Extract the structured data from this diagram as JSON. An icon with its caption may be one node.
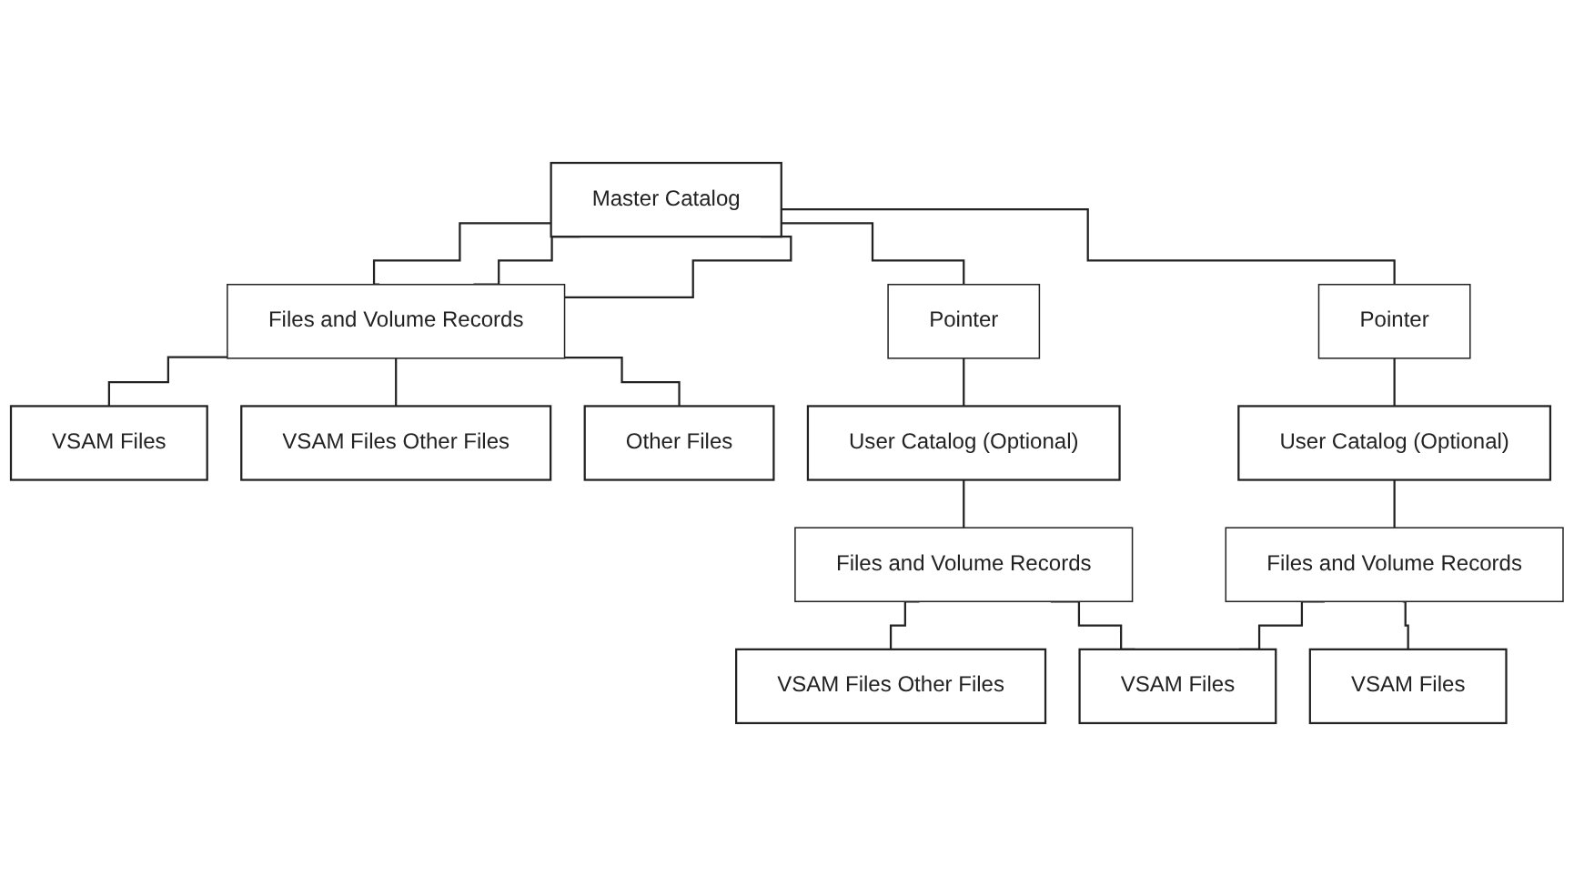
{
  "diagram": {
    "nodes": [
      {
        "text": [
          "Master Catalog"
        ]
      },
      {
        "text": [
          "Files and Volume Records"
        ]
      },
      {
        "text": [
          "VSAM Files"
        ]
      },
      {
        "text": [
          "VSAM Files Other Files"
        ]
      },
      {
        "text": [
          "Other Files"
        ]
      },
      {
        "text": [
          "Pointer"
        ]
      },
      {
        "text": [
          "User Catalog (Optional)"
        ]
      },
      {
        "text": [
          "Files and Volume Records"
        ]
      },
      {
        "text": [
          "VSAM Files Other Files"
        ]
      },
      {
        "text": [
          "VSAM Files"
        ]
      },
      {
        "text": [
          "Pointer"
        ]
      },
      {
        "text": [
          "User Catalog (Optional)"
        ]
      },
      {
        "text": [
          "Files and Volume Records"
        ]
      },
      {
        "text": [
          "VSAM Files"
        ]
      }
    ],
    "edges": [
      {
        "from": 0,
        "to": 1,
        "arrow": "none"
      },
      {
        "from": 0,
        "to": 1,
        "arrow": "none"
      },
      {
        "from": 0,
        "to": 1,
        "arrow": "none"
      },
      {
        "from": 1,
        "to": 2,
        "arrow": "none"
      },
      {
        "from": 1,
        "to": 3,
        "arrow": "none"
      },
      {
        "from": 1,
        "to": 4,
        "arrow": "none"
      },
      {
        "from": 0,
        "to": 5,
        "arrow": "none"
      },
      {
        "from": 5,
        "to": 6,
        "arrow": "none"
      },
      {
        "from": 6,
        "to": 7,
        "arrow": "none"
      },
      {
        "from": 7,
        "to": 8,
        "arrow": "none"
      },
      {
        "from": 7,
        "to": 9,
        "arrow": "none"
      },
      {
        "from": 0,
        "to": 10,
        "arrow": "none"
      },
      {
        "from": 10,
        "to": 11,
        "arrow": "none"
      },
      {
        "from": 11,
        "to": 12,
        "arrow": "none"
      },
      {
        "from": 12,
        "to": 9,
        "arrow": "none"
      },
      {
        "from": 12,
        "to": 13,
        "arrow": "none"
      }
    ]
  }
}
